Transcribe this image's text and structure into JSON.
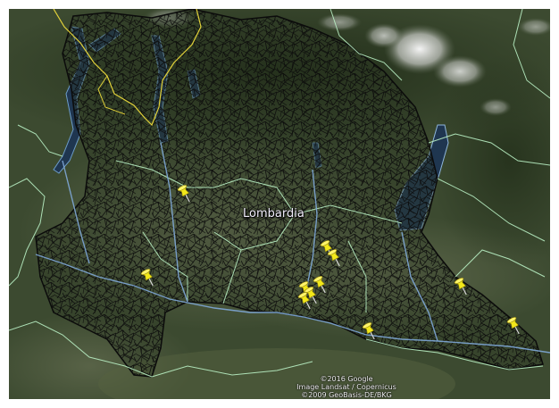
{
  "map": {
    "region_label": "Lombardia",
    "attribution": [
      "©2016 Google",
      "Image Landsat / Copernicus",
      "©2009 GeoBasis-DE/BKG"
    ],
    "colors": {
      "terrain": "#3a4a2e",
      "lake": "#1f3650",
      "border_national": "#e2d23a",
      "border_regional": "#b9f0c4",
      "border_municipal": "#101010",
      "river": "#7fa8d8",
      "pin": "#f2e81a"
    },
    "pins_count": 11
  }
}
